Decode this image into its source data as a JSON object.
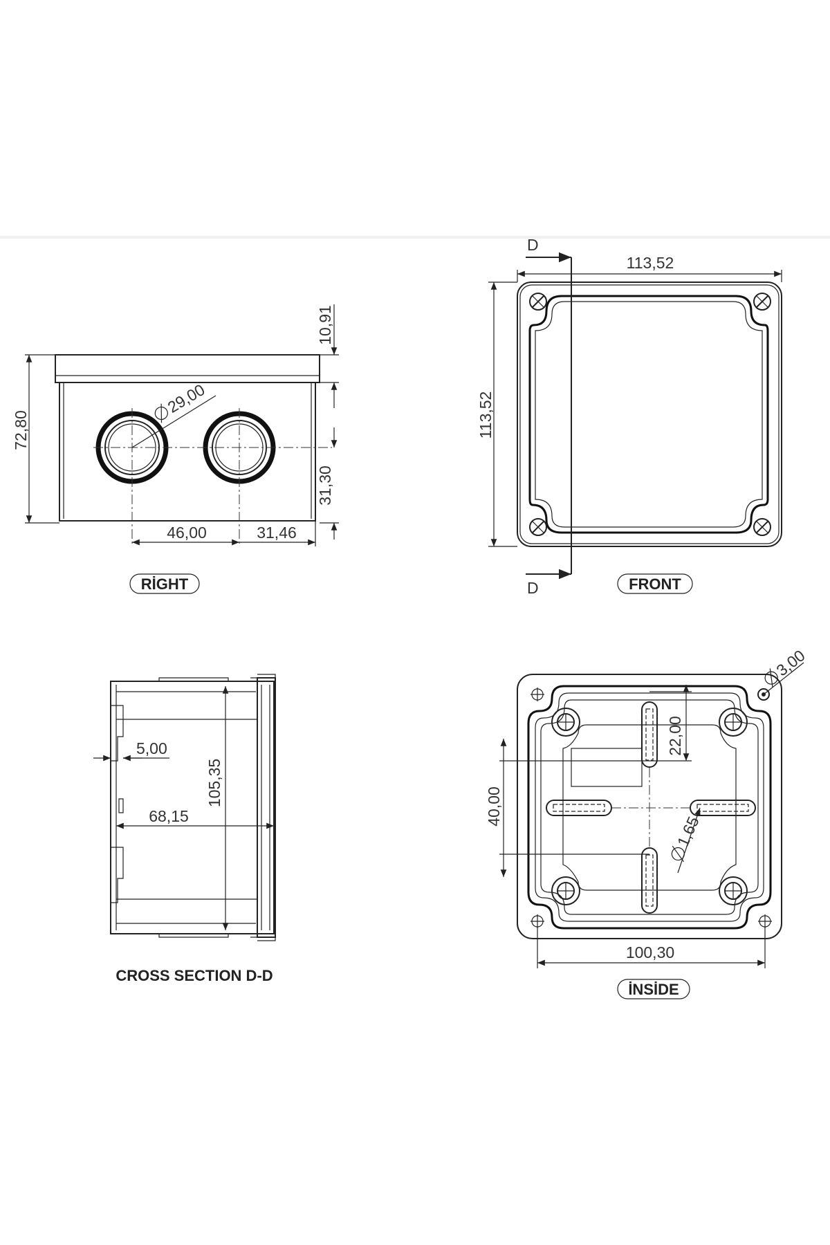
{
  "views": {
    "right": {
      "label": "RİGHT",
      "dims": {
        "height": "72,80",
        "lid": "10,91",
        "hole_dia": "29,00",
        "hole_height": "31,30",
        "hole_spacing": "46,00",
        "hole_edge": "31,46"
      }
    },
    "front": {
      "label": "FRONT",
      "section_mark_top": "D",
      "section_mark_bottom": "D",
      "dims": {
        "width": "113,52",
        "height": "113,52"
      }
    },
    "section": {
      "label": "CROSS SECTION D-D",
      "dims": {
        "wall": "5,00",
        "depth": "68,15",
        "height": "105,35"
      }
    },
    "inside": {
      "label": "İNSİDE",
      "dims": {
        "screw_dia": "3,00",
        "rail_len": "22,00",
        "rail_spacing": "40,00",
        "rail_slot": "1,65",
        "mount_spacing": "100,30"
      }
    }
  },
  "colors": {
    "line": "#222222",
    "background": "#ffffff"
  }
}
